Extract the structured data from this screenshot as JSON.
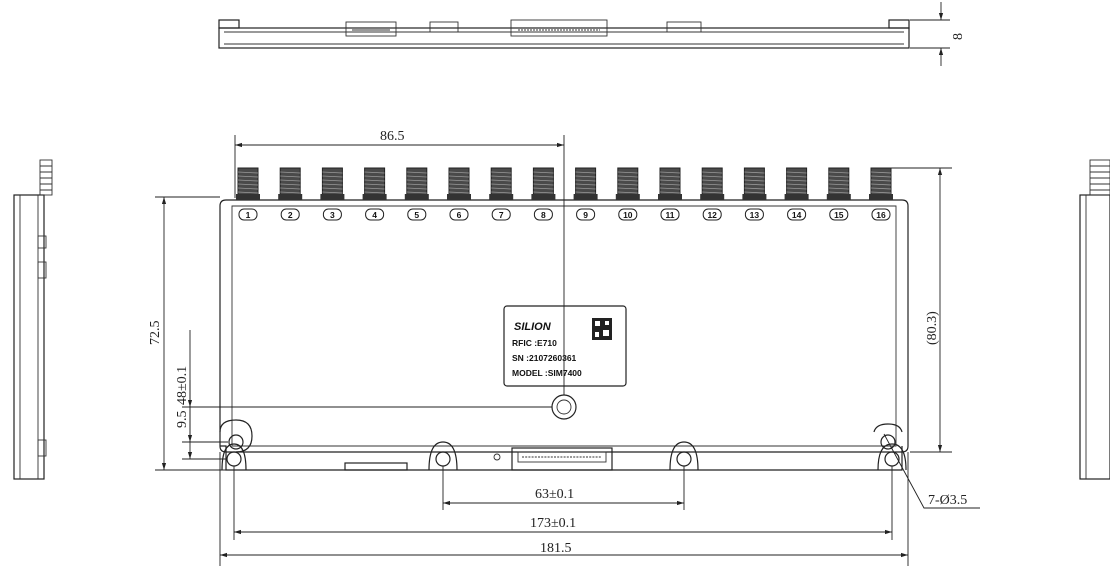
{
  "dimensions": {
    "top_height": "8",
    "span_to_center_hole": "86.5",
    "hole_offset": "9.5",
    "height_outer": "72.5",
    "height_holes": "48±0.1",
    "total_height": "(80.3)",
    "bottom_hole_span": "63±0.1",
    "hole_span_total": "173±0.1",
    "overall_width": "181.5",
    "hole_callout": "7-Ø3.5"
  },
  "ports": [
    "1",
    "2",
    "3",
    "4",
    "5",
    "6",
    "7",
    "8",
    "9",
    "10",
    "11",
    "12",
    "13",
    "14",
    "15",
    "16"
  ],
  "label": {
    "brand": "SILION",
    "rfic": "RFIC :E710",
    "sn": "SN :2107260361",
    "model": "MODEL :SIM7400"
  }
}
